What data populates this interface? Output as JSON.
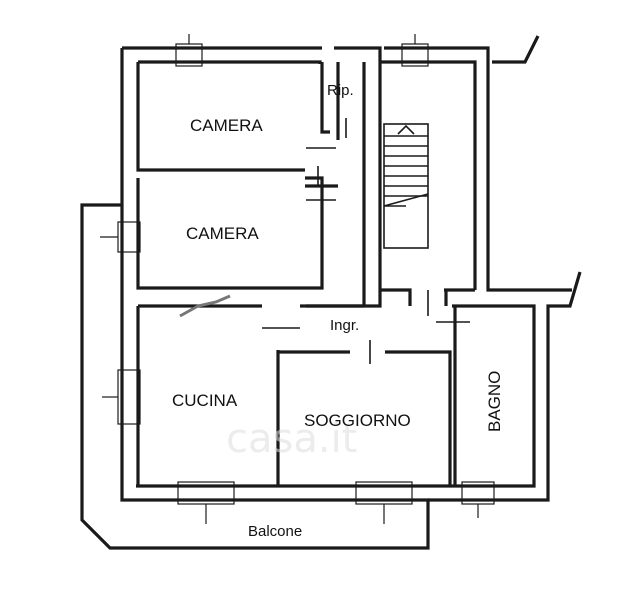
{
  "rooms": {
    "camera_top": "CAMERA",
    "camera_middle": "CAMERA",
    "ripostiglio": "Rip.",
    "cucina": "CUCINA",
    "soggiorno": "SOGGIORNO",
    "bagno": "BAGNO",
    "ingresso": "Ingr.",
    "balcone": "Balcone"
  },
  "watermark": "casa.it"
}
